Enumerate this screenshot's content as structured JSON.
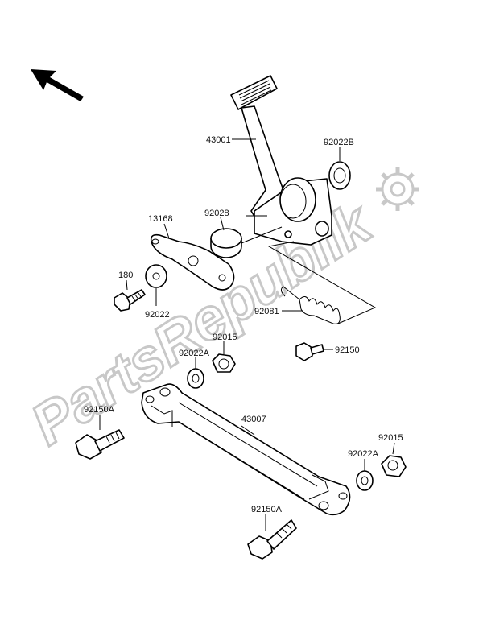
{
  "watermark": {
    "text": "PartsRepublik"
  },
  "labels": {
    "pedal": "43001",
    "washer_top": "92022B",
    "plate": "13168",
    "collar": "92028",
    "bolt_small": "180",
    "washer_left": "92022",
    "spring": "92081",
    "nut_upper": "92015",
    "washer_upper": "92022A",
    "bolt_right": "92150",
    "bolt_left": "92150A",
    "rod": "43007",
    "nut_lower": "92015",
    "washer_lower": "92022A",
    "bolt_bottom": "92150A"
  },
  "icons": {
    "direction": "front-arrow-icon",
    "logo": "gear-icon"
  }
}
